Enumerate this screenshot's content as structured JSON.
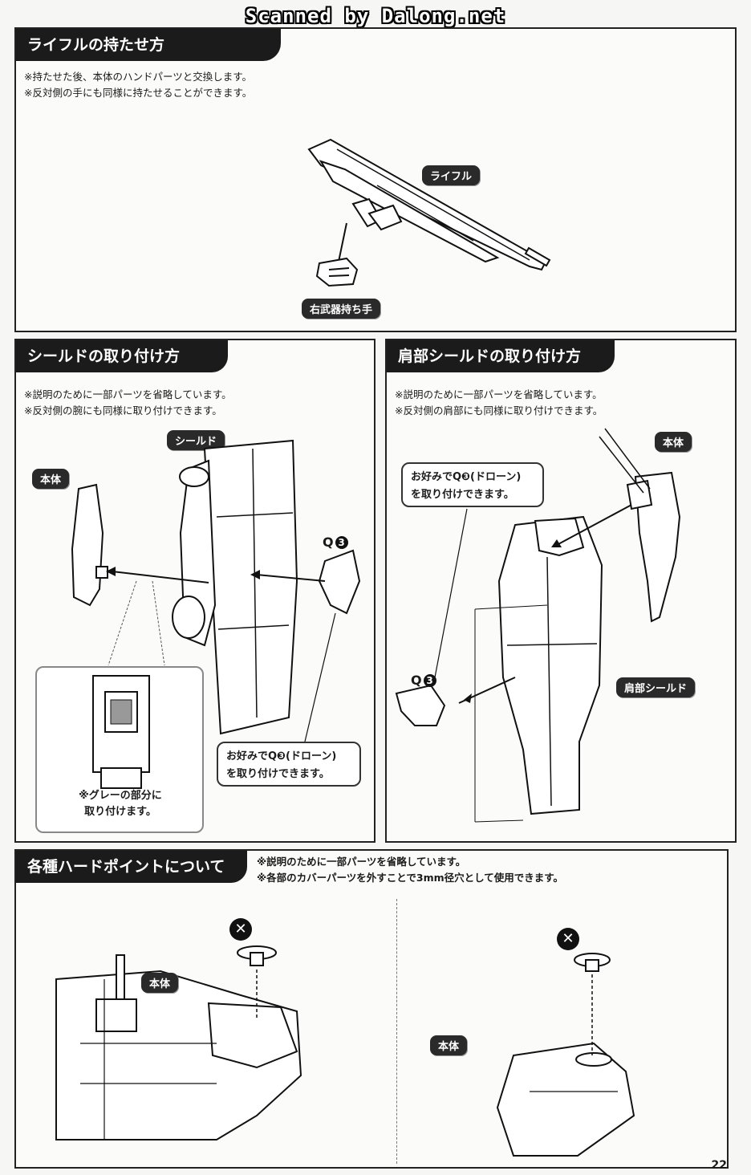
{
  "watermark": "Scanned by Dalong.net",
  "rifle_section": {
    "title": "ライフルの持たせ方",
    "notes": [
      "※持たせた後、本体のハンドパーツと交換します。",
      "※反対側の手にも同様に持たせることができます。"
    ],
    "label_rifle": "ライフル",
    "label_hand": "右武器持ち手"
  },
  "shield_section": {
    "title": "シールドの取り付け方",
    "notes": [
      "※説明のために一部パーツを省略しています。",
      "※反対側の腕にも同様に取り付けできます。"
    ],
    "label_shield": "シールド",
    "label_body": "本体",
    "part_letter": "Q",
    "part_number": "3",
    "callout": [
      "お好みでQ❸(ドローン)",
      "を取り付けできます。"
    ],
    "inset_caption": [
      "※グレーの部分に",
      "取り付けます。"
    ]
  },
  "shoulder_section": {
    "title": "肩部シールドの取り付け方",
    "notes": [
      "※説明のために一部パーツを省略しています。",
      "※反対側の肩部にも同様に取り付けできます。"
    ],
    "label_body": "本体",
    "label_shield": "肩部シールド",
    "part_letter": "Q",
    "part_number": "3",
    "callout": [
      "お好みでQ❸(ドローン)",
      "を取り付けできます。"
    ]
  },
  "hardpoint_section": {
    "title": "各種ハードポイントについて",
    "notes": [
      "※説明のために一部パーツを省略しています。",
      "※各部のカバーパーツを外すことで3mm径穴として使用できます。"
    ],
    "label_body_left": "本体",
    "label_body_right": "本体",
    "remove_mark": "✕"
  },
  "page_number": "22"
}
